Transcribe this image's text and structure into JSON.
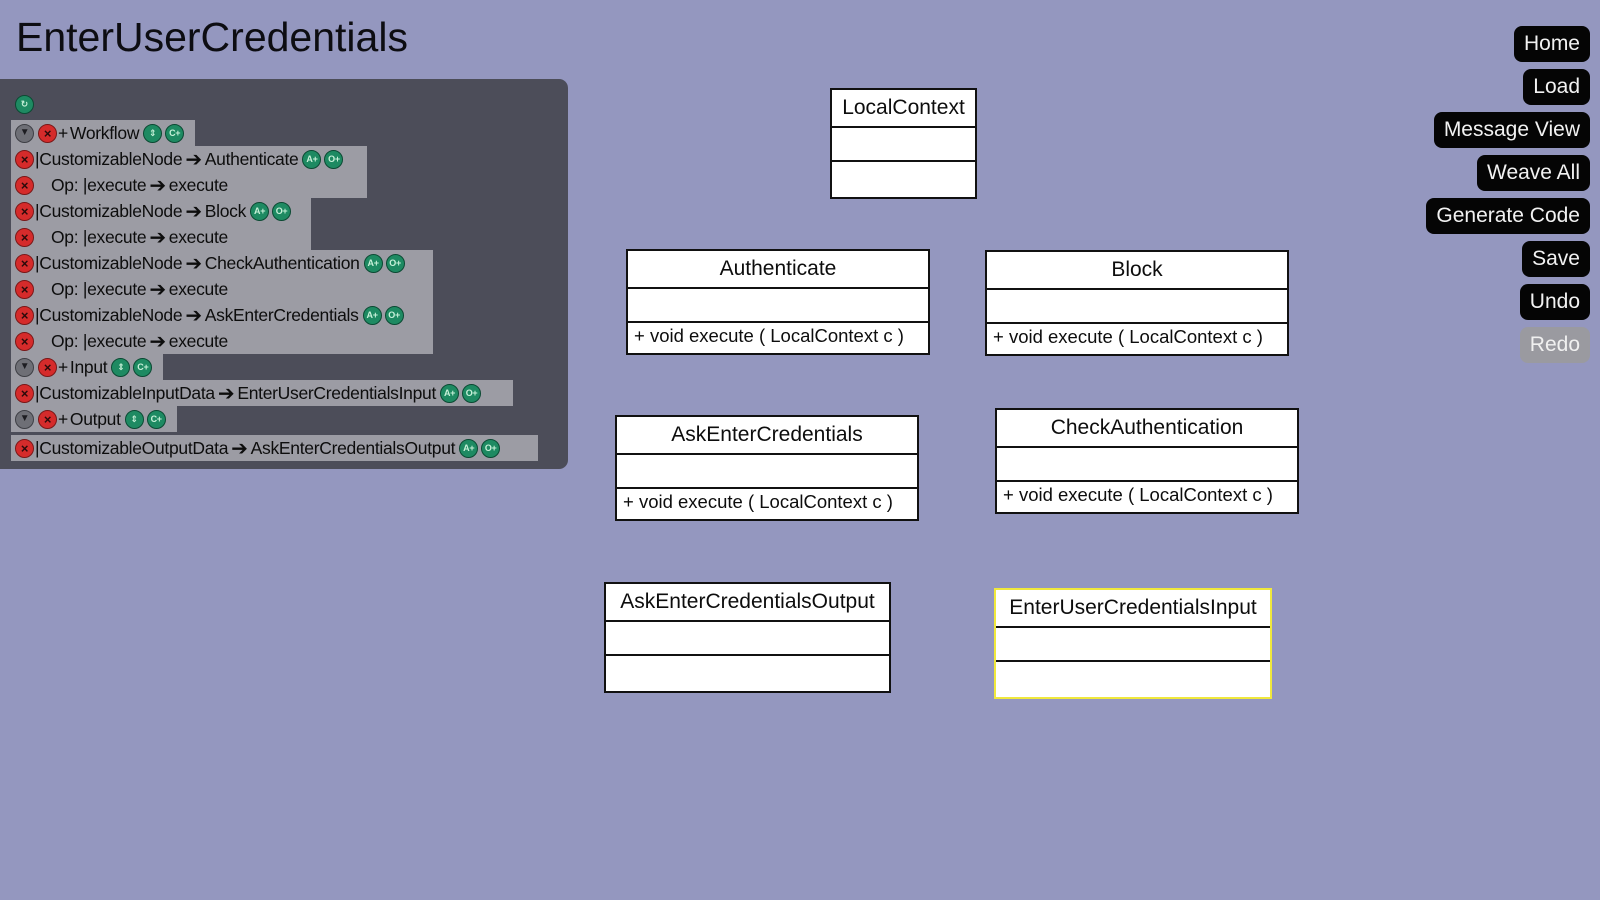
{
  "page": {
    "title": "EnterUserCredentials"
  },
  "tree": {
    "rows": [
      {
        "kind": "section",
        "prefix": "+ ",
        "label": "Workflow",
        "extra": [
          "⇕",
          "C+"
        ]
      },
      {
        "kind": "node",
        "type": "|CustomizableNode",
        "target": "Authenticate",
        "extra": [
          "A+",
          "O+"
        ]
      },
      {
        "kind": "op",
        "op": "Op: |execute",
        "target": "execute"
      },
      {
        "kind": "node",
        "type": "|CustomizableNode",
        "target": "Block",
        "extra": [
          "A+",
          "O+"
        ]
      },
      {
        "kind": "op",
        "op": "Op: |execute",
        "target": "execute"
      },
      {
        "kind": "node",
        "type": "|CustomizableNode",
        "target": "CheckAuthentication",
        "extra": [
          "A+",
          "O+"
        ]
      },
      {
        "kind": "op",
        "op": "Op: |execute",
        "target": "execute"
      },
      {
        "kind": "node",
        "type": "|CustomizableNode",
        "target": "AskEnterCredentials",
        "extra": [
          "A+",
          "O+"
        ]
      },
      {
        "kind": "op",
        "op": "Op: |execute",
        "target": "execute"
      },
      {
        "kind": "section",
        "prefix": "+ ",
        "label": "Input",
        "extra": [
          "⇕",
          "C+"
        ]
      },
      {
        "kind": "node",
        "type": "|CustomizableInputData",
        "target": "EnterUserCredentialsInput",
        "extra": [
          "A+",
          "O+"
        ]
      },
      {
        "kind": "section",
        "prefix": "+ ",
        "label": "Output",
        "extra": [
          "⇕",
          "C+"
        ]
      },
      {
        "kind": "node",
        "type": "|CustomizableOutputData",
        "target": "AskEnterCredentialsOutput",
        "extra": [
          "A+",
          "O+"
        ]
      }
    ],
    "icons": {
      "delete": "×",
      "collapse": "▼",
      "arrow": "➔",
      "root": "↻"
    }
  },
  "diagram": {
    "boxes": [
      {
        "name": "LocalContext",
        "operation": "",
        "selected": false
      },
      {
        "name": "Authenticate",
        "operation": "+ void execute ( LocalContext c )",
        "selected": false
      },
      {
        "name": "Block",
        "operation": "+ void execute ( LocalContext c )",
        "selected": false
      },
      {
        "name": "AskEnterCredentials",
        "operation": "+ void execute ( LocalContext c )",
        "selected": false
      },
      {
        "name": "CheckAuthentication",
        "operation": "+ void execute ( LocalContext c )",
        "selected": false
      },
      {
        "name": "AskEnterCredentialsOutput",
        "operation": "",
        "selected": false
      },
      {
        "name": "EnterUserCredentialsInput",
        "operation": "",
        "selected": true
      }
    ]
  },
  "toolbar": {
    "home": "Home",
    "load": "Load",
    "message_view": "Message View",
    "weave_all": "Weave All",
    "generate_code": "Generate Code",
    "save": "Save",
    "undo": "Undo",
    "redo": "Redo"
  },
  "colors": {
    "background": "#9497bf",
    "panel": "#4c4d59",
    "row": "#9c9ca4",
    "delete": "#d52b2b",
    "add": "#1e8a62",
    "selected_border": "#f0e83c"
  }
}
